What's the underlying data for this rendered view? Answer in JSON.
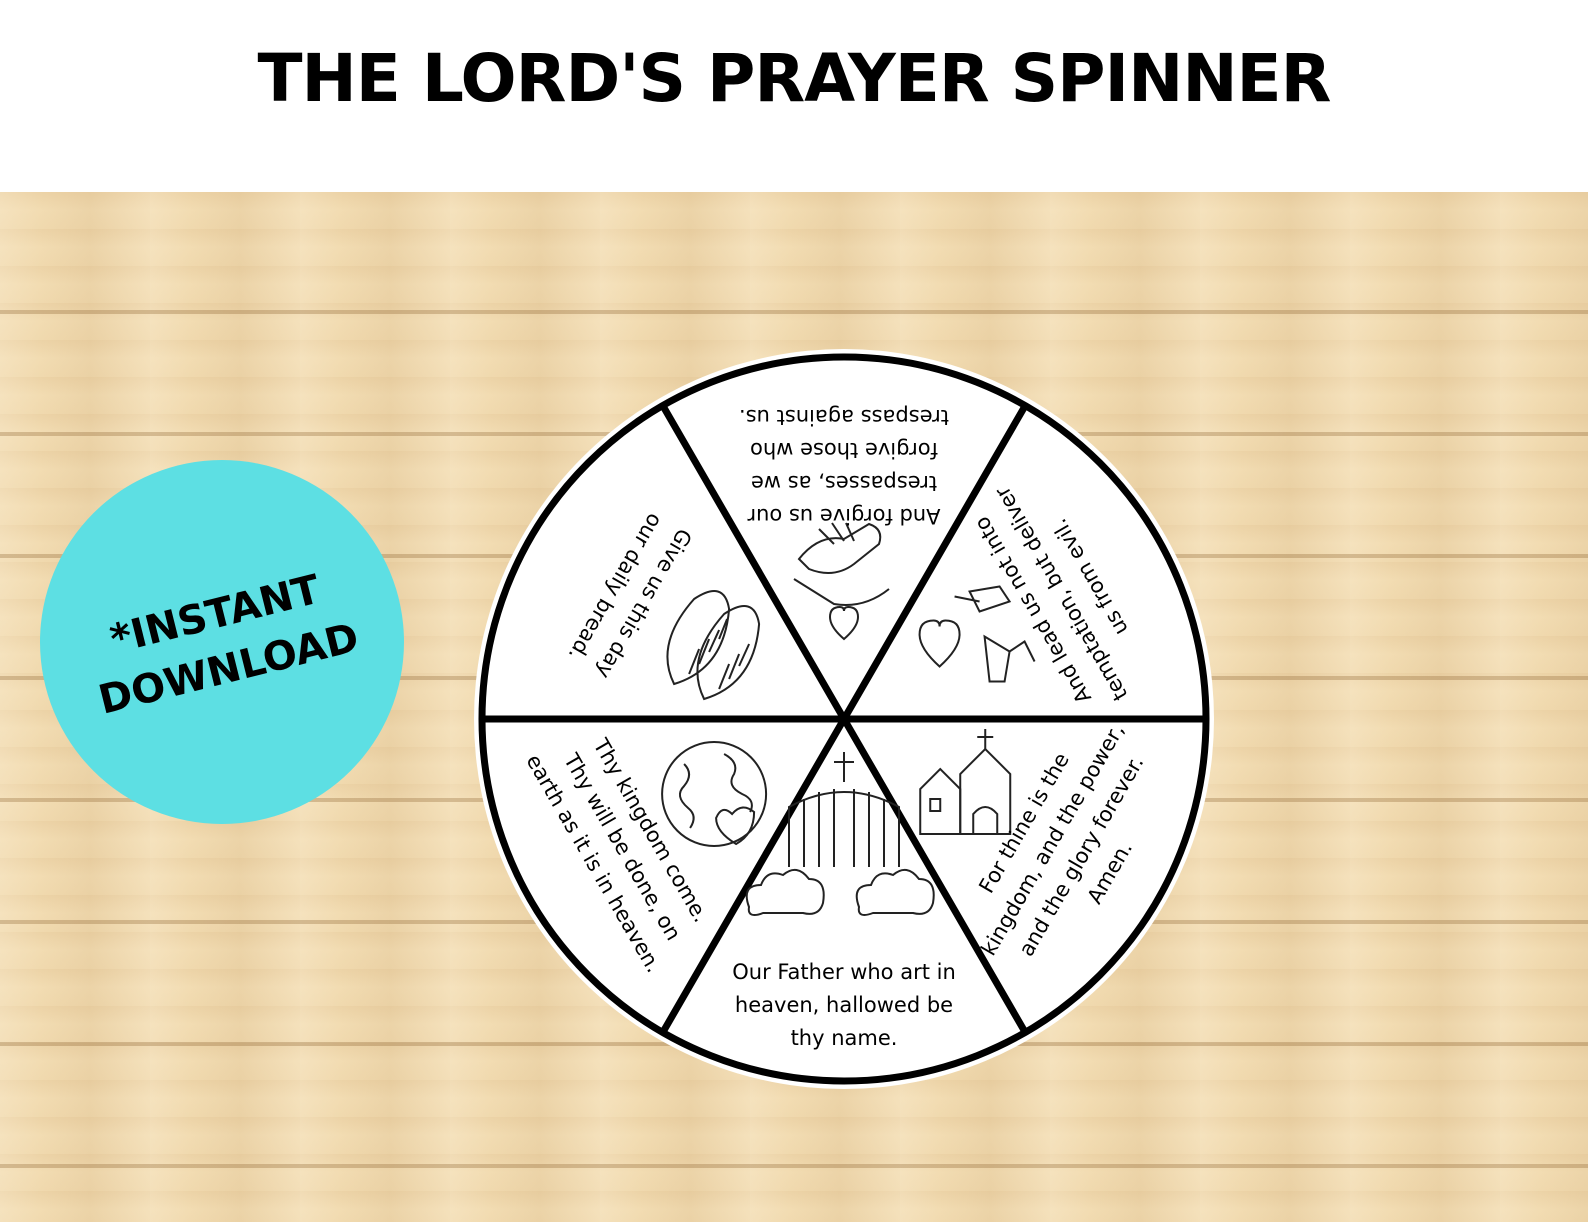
{
  "title": "THE LORD'S PRAYER SPINNER",
  "badge": {
    "line1": "*INSTANT",
    "line2": "DOWNLOAD"
  },
  "colors": {
    "badge": "#5ddfe3",
    "wood": "#f2dcb2",
    "spinner_fill": "#ffffff",
    "spinner_stroke": "#000000"
  },
  "segments": [
    {
      "icon": "heaven-gate-icon",
      "lines": [
        "Our Father who art in",
        "heaven, hallowed be",
        "thy name."
      ]
    },
    {
      "icon": "globe-heart-icon",
      "lines": [
        "Thy kingdom come.",
        "Thy will be done, on",
        "earth as it is in heaven."
      ]
    },
    {
      "icon": "bread-icon",
      "lines": [
        "Give us this day",
        "our daily bread."
      ]
    },
    {
      "icon": "handshake-heart-icon",
      "lines": [
        "And forgive us our",
        "trespasses, as we",
        "forgive those who",
        "trespass against us."
      ]
    },
    {
      "icon": "hands-heart-icon",
      "lines": [
        "And lead us not into",
        "temptation, but deliver",
        "us from evil."
      ]
    },
    {
      "icon": "church-icon",
      "lines": [
        "For thine is the",
        "kingdom, and the power,",
        "and the glory forever.",
        "Amen."
      ]
    }
  ]
}
